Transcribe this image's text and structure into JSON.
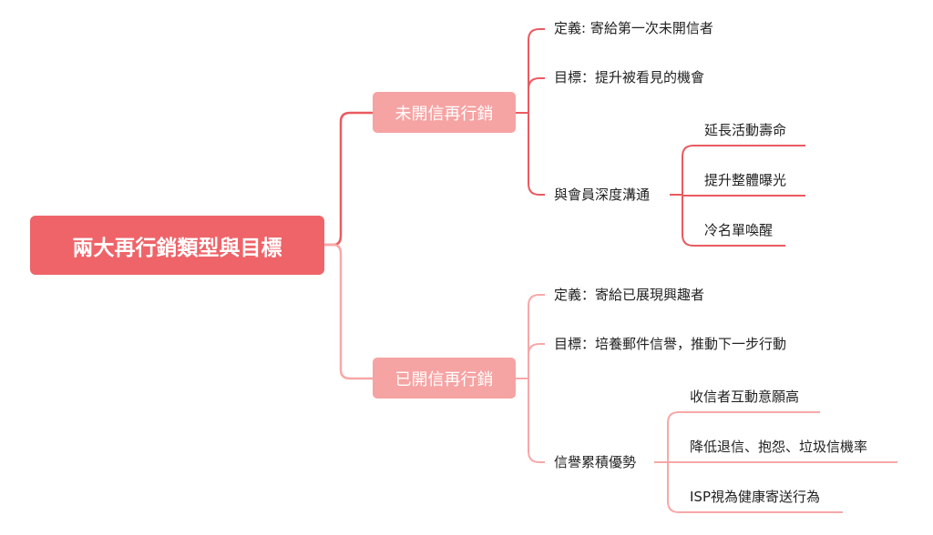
{
  "colors": {
    "root": "#ee6469",
    "branch_node": "#f6a3a3",
    "line_top": "#ea5a60",
    "line_bottom": "#f7a8a8"
  },
  "root": {
    "label": "兩大再行銷類型與目標"
  },
  "branches": [
    {
      "label": "未開信再行銷",
      "items": [
        {
          "label": "定義: 寄給第一次未開信者"
        },
        {
          "label": "目標：提升被看見的機會"
        },
        {
          "label": "與會員深度溝通",
          "children": [
            "延長活動壽命",
            "提升整體曝光",
            "冷名單喚醒"
          ]
        }
      ]
    },
    {
      "label": "已開信再行銷",
      "items": [
        {
          "label": "定義：寄給已展現興趣者"
        },
        {
          "label": "目標：培養郵件信譽，推動下一步行動"
        },
        {
          "label": "信譽累積優勢",
          "children": [
            "收信者互動意願高",
            "降低退信、抱怨、垃圾信機率",
            "ISP視為健康寄送行為"
          ]
        }
      ]
    }
  ]
}
